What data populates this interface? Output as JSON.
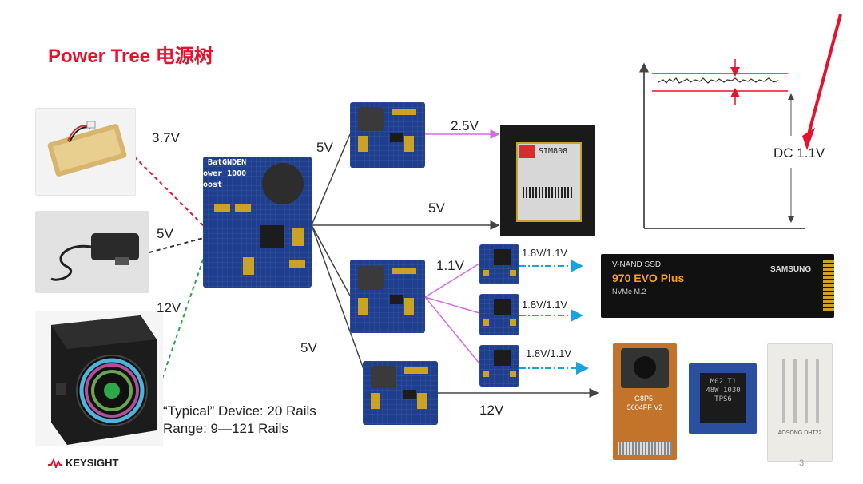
{
  "slide": {
    "title": "Power Tree 电源树",
    "page_number": "3",
    "brand": "KEYSIGHT"
  },
  "sources": {
    "battery_voltage": "3.7V",
    "adapter_voltage": "5V",
    "psu_voltage": "12V"
  },
  "boost_board": {
    "silk_1": "BatGNDEN",
    "silk_2": "ower 1000",
    "silk_3": "oost"
  },
  "rails": {
    "branch_top": "5V",
    "branch_mid": "5V",
    "to_sim_module": "2.5V",
    "to_sim_module_direct": "5V",
    "to_ldos": "1.1V",
    "ldo_out_1": "1.8V/1.1V",
    "ldo_out_2": "1.8V/1.1V",
    "ldo_out_3": "1.8V/1.1V",
    "to_camera": "12V"
  },
  "modules": {
    "sim_chip": "SIM808",
    "ssd_line1": "V-NAND SSD",
    "ssd_line2": "970 EVO Plus",
    "ssd_line3": "NVMe M.2",
    "ssd_brand": "SAMSUNG",
    "camera_label": "G8P5- 5604FF V2",
    "ic_mark": "M02 T1 48W 1030 TPS6",
    "sensor_text": "AOSONG DHT22"
  },
  "ripple_chart": {
    "label": "DC  1.1V"
  },
  "summary": {
    "line1": "“Typical” Device: 20 Rails",
    "line2": "Range: 9—121 Rails"
  },
  "colors": {
    "brand_red": "#e8112d",
    "battery_line": "#e8112d",
    "adapter_line": "#333333",
    "psu_line": "#2aa84a",
    "pink_arrow": "#d36be0",
    "cyan_arrow": "#1aa3d9",
    "pcb_blue": "#1f3f8e"
  }
}
